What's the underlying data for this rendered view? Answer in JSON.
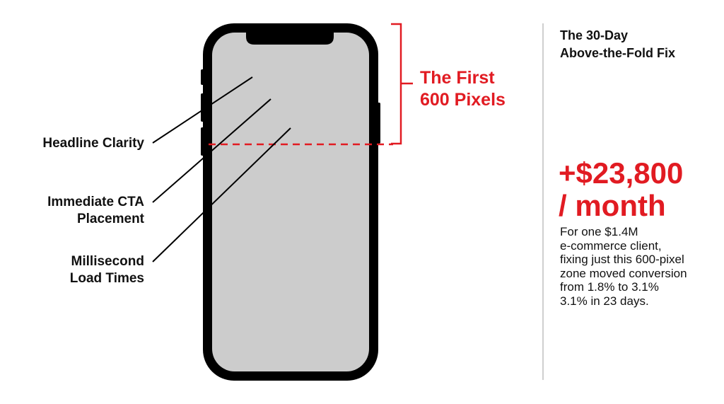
{
  "diagram": {
    "phone": {
      "frame_color": "#000000",
      "screen_color": "#cccccc",
      "fold_line_color": "#e11b22"
    },
    "bracket": {
      "color": "#e11b22",
      "label_line1": "The First",
      "label_line2": "600 Pixels"
    },
    "callouts": [
      {
        "line1": "Headline Clarity",
        "line2": ""
      },
      {
        "line1": "Immediate CTA",
        "line2": "Placement"
      },
      {
        "line1": "Millisecond",
        "line2": "Load Times"
      }
    ]
  },
  "sidebar": {
    "title_line1": "The 30-Day",
    "title_line2": "Above-the-Fold Fix",
    "metric_line1": "+$23,800",
    "metric_line2": "/ month",
    "metric_color": "#e11b22",
    "description_lines": [
      "For one $1.4M",
      "e-commerce client,",
      "fixing just this 600-pixel",
      "zone moved conversion",
      "from 1.8% to 3.1%",
      "3.1% in 23 days."
    ]
  }
}
